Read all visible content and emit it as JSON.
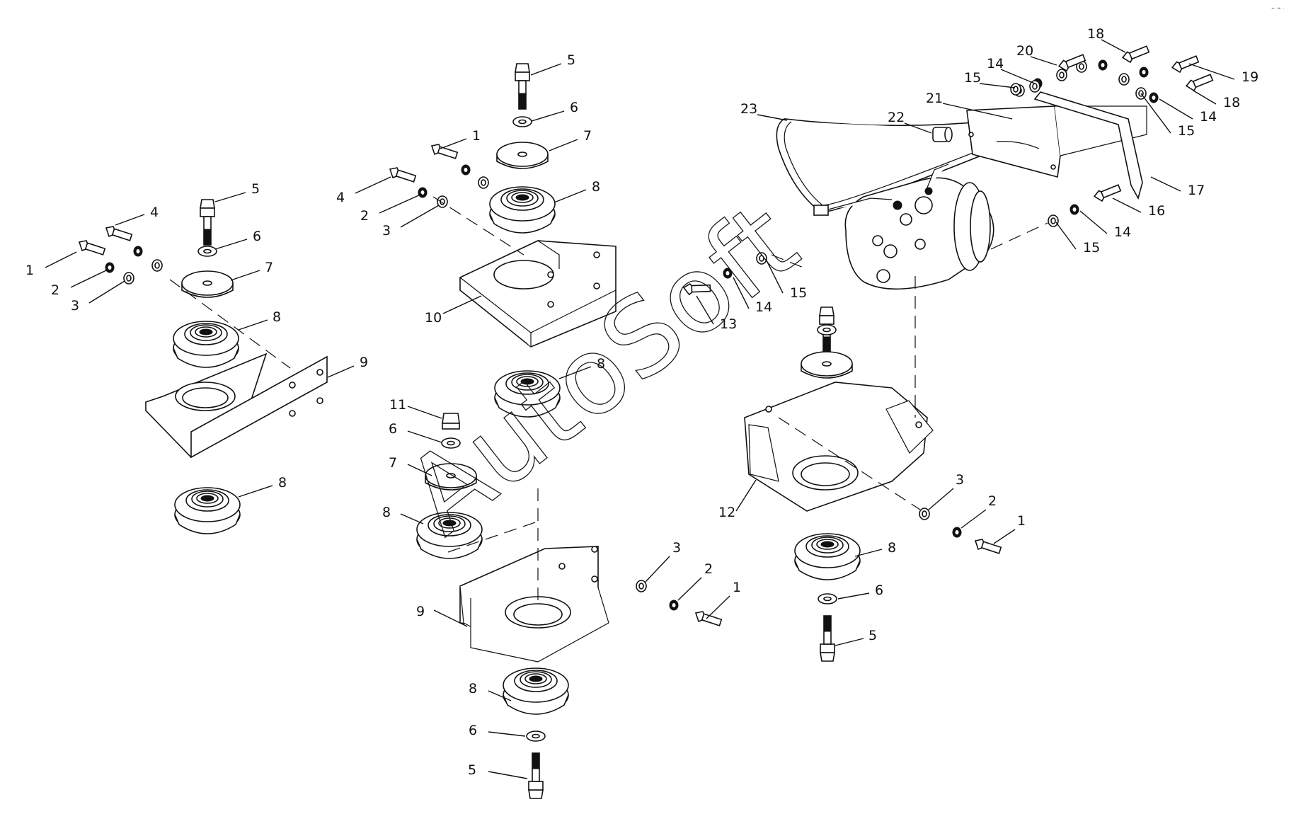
{
  "watermark": "AutoSoft",
  "corner_mark": "⌐ ∞ ·",
  "callouts": {
    "assembly_left": [
      {
        "label": "1"
      },
      {
        "label": "2"
      },
      {
        "label": "3"
      },
      {
        "label": "4"
      },
      {
        "label": "5"
      },
      {
        "label": "6"
      },
      {
        "label": "7"
      },
      {
        "label": "8"
      },
      {
        "label": "9"
      },
      {
        "label": "8"
      }
    ],
    "assembly_middle_upper": [
      {
        "label": "5"
      },
      {
        "label": "6"
      },
      {
        "label": "7"
      },
      {
        "label": "1"
      },
      {
        "label": "8"
      },
      {
        "label": "4"
      },
      {
        "label": "2"
      },
      {
        "label": "3"
      },
      {
        "label": "10"
      },
      {
        "label": "8"
      }
    ],
    "assembly_middle_lower": [
      {
        "label": "11"
      },
      {
        "label": "6"
      },
      {
        "label": "7"
      },
      {
        "label": "8"
      },
      {
        "label": "3"
      },
      {
        "label": "2"
      },
      {
        "label": "1"
      },
      {
        "label": "9"
      },
      {
        "label": "8"
      },
      {
        "label": "6"
      },
      {
        "label": "5"
      }
    ],
    "assembly_right": [
      {
        "label": "18"
      },
      {
        "label": "20"
      },
      {
        "label": "14"
      },
      {
        "label": "19"
      },
      {
        "label": "15"
      },
      {
        "label": "18"
      },
      {
        "label": "21"
      },
      {
        "label": "14"
      },
      {
        "label": "23"
      },
      {
        "label": "22"
      },
      {
        "label": "15"
      },
      {
        "label": "17"
      },
      {
        "label": "16"
      },
      {
        "label": "14"
      },
      {
        "label": "15"
      },
      {
        "label": "15"
      },
      {
        "label": "14"
      },
      {
        "label": "13"
      },
      {
        "label": "3"
      },
      {
        "label": "2"
      },
      {
        "label": "1"
      },
      {
        "label": "12"
      },
      {
        "label": "8"
      },
      {
        "label": "6"
      },
      {
        "label": "5"
      }
    ]
  }
}
